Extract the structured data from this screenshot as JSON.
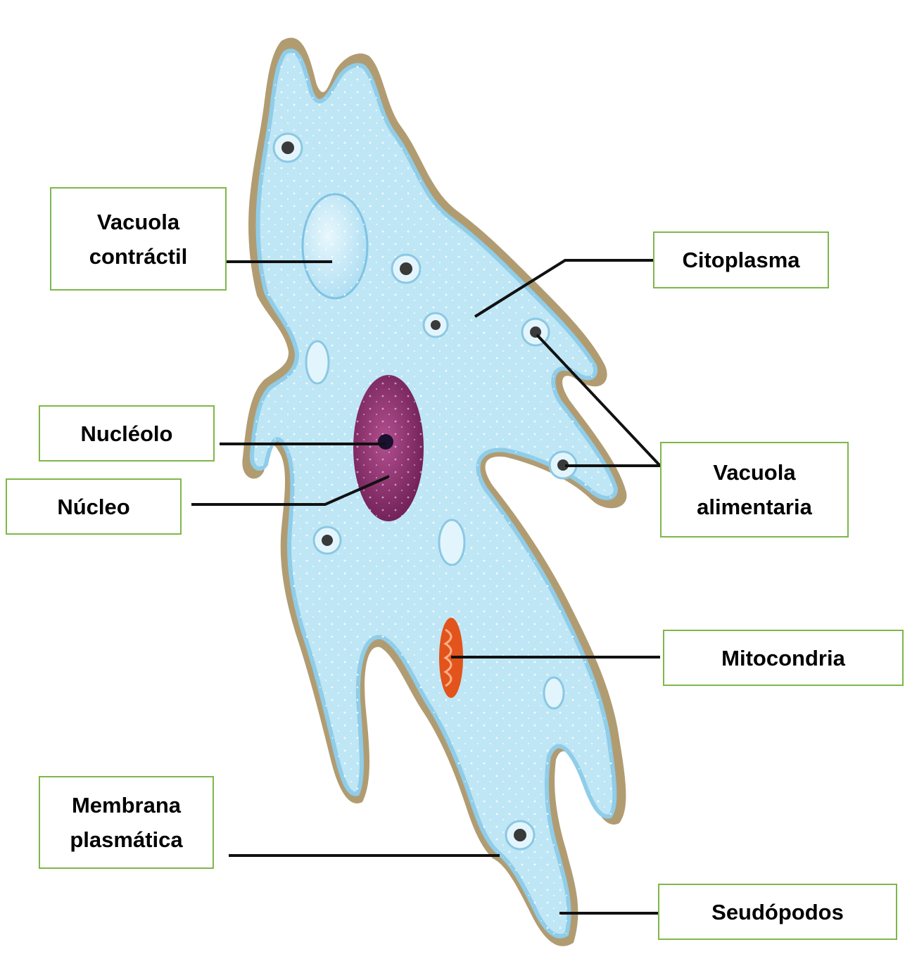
{
  "colors": {
    "cytoplasm": "#bfe6f5",
    "cytoplasm_edge": "#8fcde9",
    "membrane_brown": "#b19c72",
    "nucleus": "#8e2f6e",
    "nucleolus": "#1a1030",
    "mitochondria": "#e2541b",
    "label_border": "#7fb74a",
    "leader_line": "#111111"
  },
  "labels": {
    "vacuola_contractil": [
      "Vacuola",
      "contráctil"
    ],
    "citoplasma": [
      "Citoplasma"
    ],
    "nucleolo": [
      "Nucléolo"
    ],
    "nucleo": [
      "Núcleo"
    ],
    "vacuola_alimentaria": [
      "Vacuola",
      "alimentaria"
    ],
    "mitocondria": [
      "Mitocondria"
    ],
    "membrana_plasmatica": [
      "Membrana",
      "plasmática"
    ],
    "seudopodos": [
      "Seudópodos"
    ]
  }
}
